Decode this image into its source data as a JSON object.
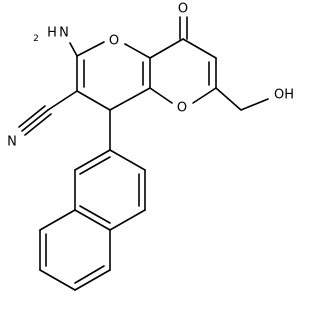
{
  "labels": {
    "amine": "NH2",
    "amine_H": "H",
    "amine_N": "N",
    "amine_sub": "2",
    "nitrile_N": "N",
    "ring_O_upper": "O",
    "ring_O_lower": "O",
    "carbonyl_O": "O",
    "hydroxyl": "OH"
  }
}
